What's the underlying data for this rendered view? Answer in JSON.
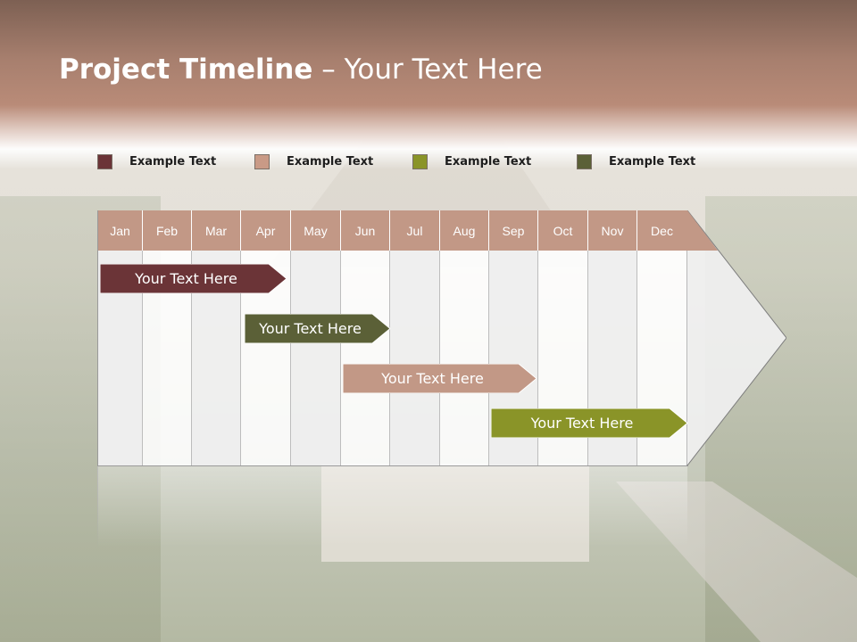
{
  "title": {
    "bold": "Project Timeline",
    "rest": " – Your Text Here"
  },
  "legend": [
    {
      "label": "Example Text",
      "color": "#6b3437"
    },
    {
      "label": "Example Text",
      "color": "#c99a86"
    },
    {
      "label": "Example Text",
      "color": "#8a9428"
    },
    {
      "label": "Example Text",
      "color": "#5b6037"
    }
  ],
  "months": [
    "Jan",
    "Feb",
    "Mar",
    "Apr",
    "May",
    "Jun",
    "Jul",
    "Aug",
    "Sep",
    "Oct",
    "Nov",
    "Dec"
  ],
  "tasks": [
    {
      "label": "Your  Text Here",
      "color": "#6b3437"
    },
    {
      "label": "Your  Text Here",
      "color": "#5b6037"
    },
    {
      "label": "Your  Text Here",
      "color": "#c29886"
    },
    {
      "label": "Your  Text Here",
      "color": "#8a9428"
    }
  ],
  "colors": {
    "header": "#b98b78",
    "month_header": "#c29886"
  }
}
